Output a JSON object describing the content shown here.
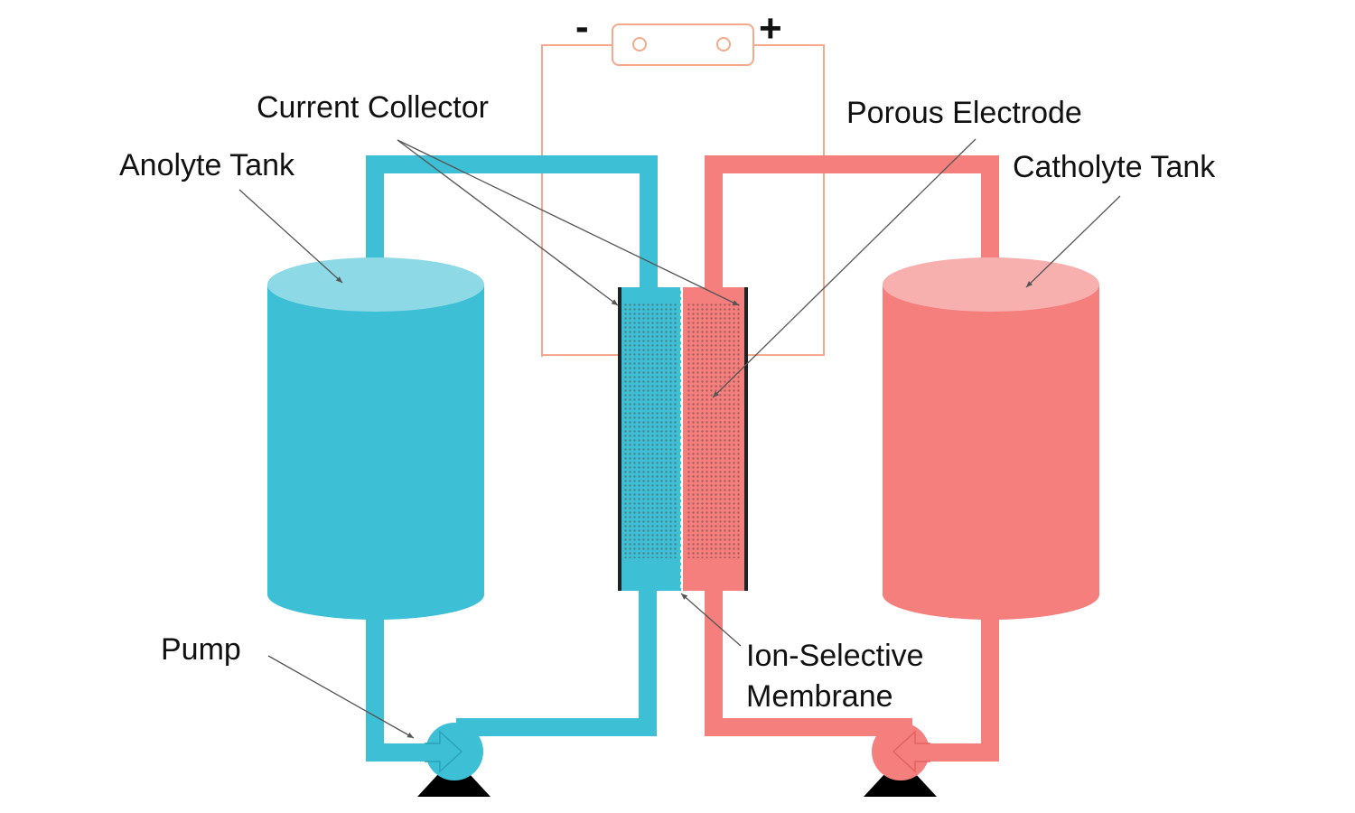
{
  "labels": {
    "current_collector": "Current Collector",
    "porous_electrode": "Porous Electrode",
    "anolyte_tank": "Anolyte Tank",
    "catholyte_tank": "Catholyte Tank",
    "pump": "Pump",
    "membrane_line1": "Ion-Selective",
    "membrane_line2": "Membrane"
  },
  "terminals": {
    "negative": "-",
    "positive": "+"
  },
  "colors": {
    "anolyte": "#3dbfd6",
    "anolyte_top": "#8ed9e6",
    "catholyte": "#f47f7d",
    "catholyte_top": "#f8b0af",
    "circuit": "#f4a98a",
    "collector": "#222222",
    "pump_base": "#000000"
  }
}
